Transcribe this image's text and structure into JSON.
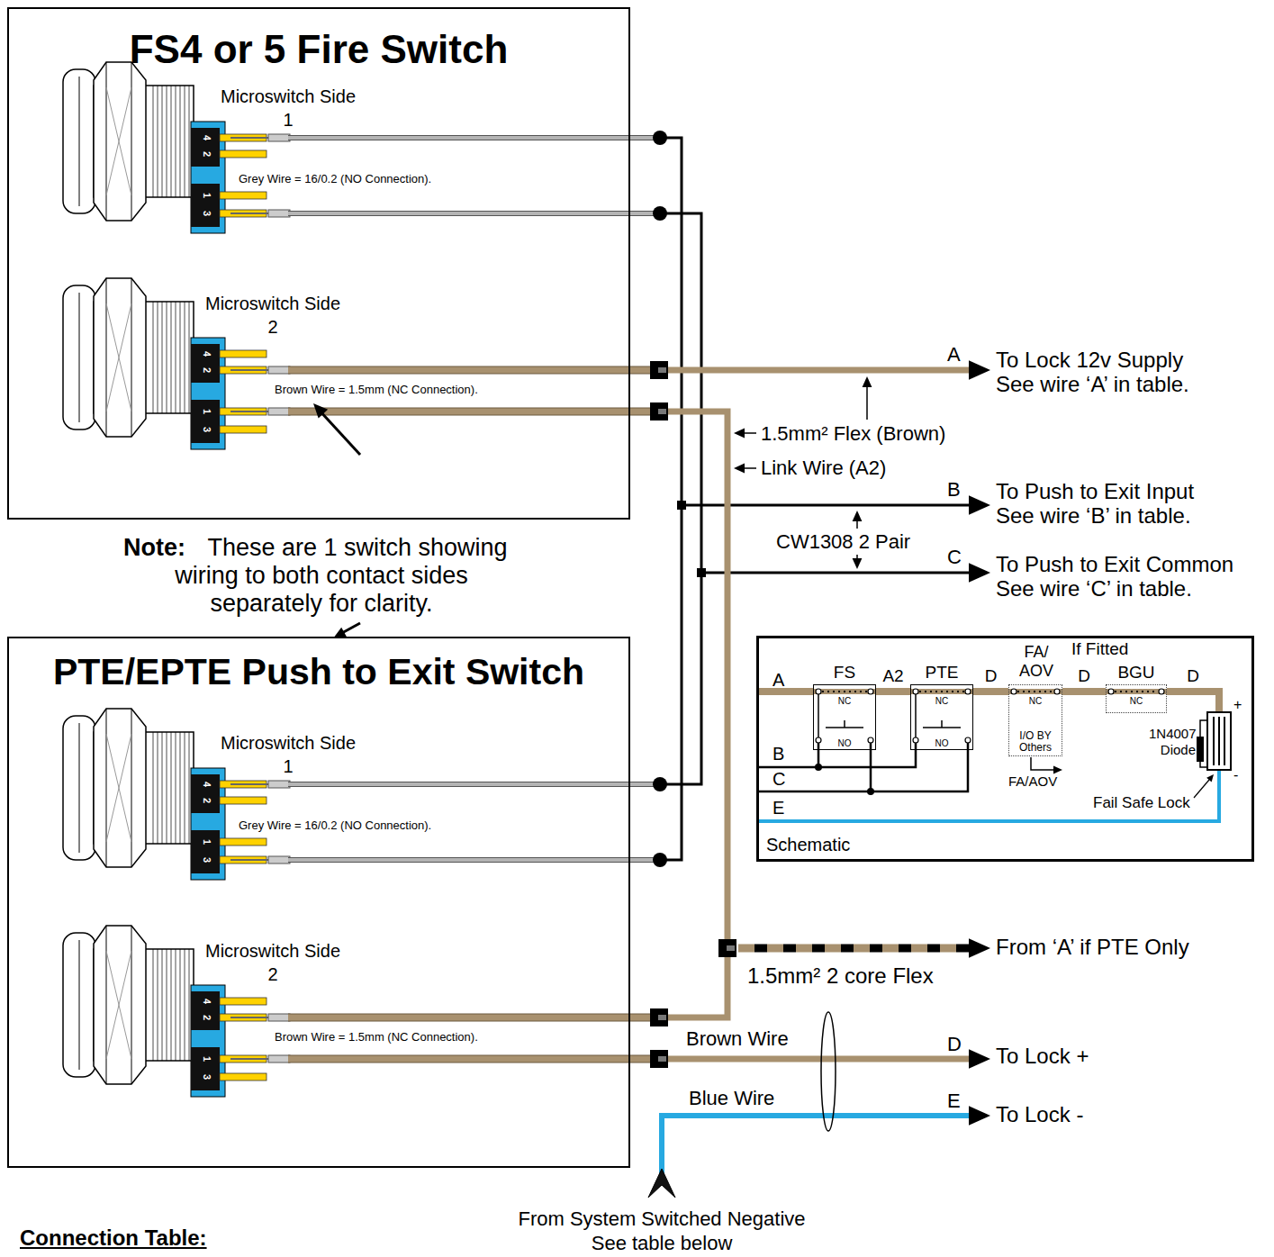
{
  "diagram": {
    "nodes": [
      {
        "text": [
          "FS4 or 5 Fire Switch"
        ]
      },
      {
        "text": [
          "PTE/EPTE Push to Exit Switch"
        ]
      },
      {
        "text": [
          "Schematic"
        ]
      },
      {
        "text": [
          "FS",
          "NC",
          "NO"
        ],
        "in": 2
      },
      {
        "text": [
          "PTE",
          "NC",
          "NO"
        ],
        "in": 2
      },
      {
        "text": [
          "FA/ AOV",
          "NC",
          "I/O BY Others"
        ],
        "in": 2
      },
      {
        "text": [
          "BGU",
          "NC"
        ],
        "in": 2
      },
      {
        "text": [
          "Fail Safe Lock"
        ],
        "in": 2
      }
    ],
    "edges": [
      {
        "from": 3,
        "to": 4,
        "label": "A2",
        "arrow": "none"
      },
      {
        "from": 4,
        "to": 5,
        "label": "D",
        "arrow": "none"
      },
      {
        "from": 5,
        "to": 6,
        "label": "D",
        "arrow": "none"
      },
      {
        "from": 6,
        "to": 7,
        "label": "D",
        "arrow": "none"
      }
    ],
    "labels": [
      "Microswitch Side 1",
      "4",
      "2",
      "1",
      "3",
      "Grey Wire = 16/0.2 (NO Connection).",
      "Microswitch Side 2",
      "4",
      "2",
      "1",
      "3",
      "Brown Wire = 1.5mm (NC Connection).",
      "Note:",
      "These are 1 switch showing wiring to both contact sides separately for clarity.",
      "Microswitch Side 1",
      "4",
      "2",
      "1",
      "3",
      "Grey Wire = 16/0.2 (NO Connection).",
      "Microswitch Side 2",
      "4",
      "2",
      "1",
      "3",
      "Brown Wire = 1.5mm (NC Connection).",
      "A",
      "To Lock 12v Supply See wire ‘A’ in table.",
      "1.5mm² Flex (Brown)",
      "Link Wire (A2)",
      "B",
      "To Push to Exit Input See wire ‘B’ in table.",
      "CW1308 2 Pair",
      "C",
      "To Push to Exit Common See wire ‘C’ in table.",
      "From ‘A’ if PTE Only",
      "1.5mm² 2 core Flex",
      "Brown Wire",
      "D",
      "To Lock +",
      "Blue Wire",
      "E",
      "To Lock -",
      "From System Switched Negative See table below",
      "Connection Table:",
      "A",
      "B",
      "C",
      "E",
      "If Fitted",
      "FA/AOV",
      "1N4007 Diode",
      "+",
      "-"
    ]
  }
}
